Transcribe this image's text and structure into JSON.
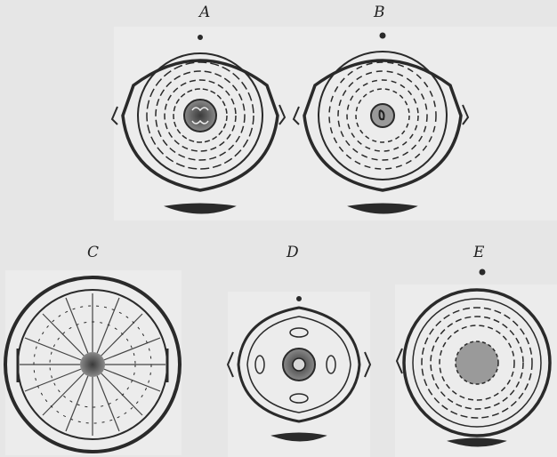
{
  "figure": {
    "labels": {
      "a": "A",
      "b": "B",
      "c": "C",
      "d": "D",
      "e": "E"
    },
    "colors": {
      "paper": "#e6e6e6",
      "ink": "#2a2a2a",
      "shade": "#8a8a8a"
    }
  }
}
